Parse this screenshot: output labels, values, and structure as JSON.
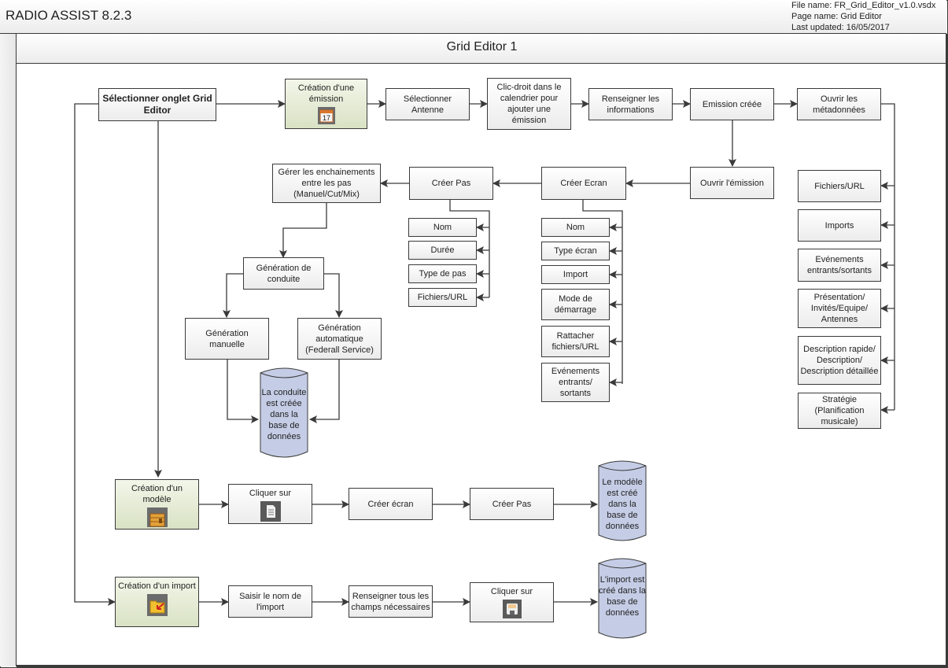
{
  "app": {
    "title": "RADIO ASSIST 8.2.3",
    "file_name": "File name:  FR_Grid_Editor_v1.0.vsdx",
    "page_name": "Page name:  Grid  Editor",
    "last_updated": "Last updated:  16/05/2017"
  },
  "panel": {
    "title": "Grid Editor 1"
  },
  "nodes": {
    "select_tab": "Sélectionner onglet Grid Editor",
    "creation_emission": "Création d'une émission",
    "select_antenne": "Sélectionner Antenne",
    "clic_droit": "Clic-droit dans le calendrier pour ajouter une émission",
    "renseigner_infos": "Renseigner les informations",
    "emission_creee": "Emission créée",
    "ouvrir_metadonnees": "Ouvrir les métadonnées",
    "ouvrir_emission": "Ouvrir l'émission",
    "creer_ecran": "Créer Ecran",
    "creer_pas": "Créer Pas",
    "gerer_enchainements": "Gérer les enchainements entre les pas (Manuel/Cut/Mix)",
    "generation_conduite": "Génération de conduite",
    "generation_manuelle": "Génération manuelle",
    "generation_auto": "Génération automatique (Federall Service)",
    "db_conduite": "La conduite est créée dans la base de données",
    "creation_modele": "Création d'un modèle",
    "cliquer_sur_1": "Cliquer sur",
    "creer_ecran_2": "Créer écran",
    "creer_pas_2": "Créer Pas",
    "db_modele": "Le modèle est créé dans la base de données",
    "creation_import": "Création d'un import",
    "saisir_nom": "Saisir le nom de l'import",
    "renseigner_champs": "Renseigner tous les champs nécessaires",
    "cliquer_sur_2": "Cliquer sur",
    "db_import": "L'import est créé dans la base de données"
  },
  "pas_fields": [
    "Nom",
    "Durée",
    "Type de pas",
    "Fichiers/URL"
  ],
  "ecran_fields": [
    "Nom",
    "Type écran",
    "Import",
    "Mode de démarrage",
    "Rattacher fichiers/URL",
    "Evénements entrants/ sortants"
  ],
  "metadata_fields": [
    "Fichiers/URL",
    "Imports",
    "Evénements entrants/sortants",
    "Présentation/ Invités/Equipe/ Antennes",
    "Description rapide/ Description/ Description détaillée",
    "Stratégie (Planification musicale)"
  ],
  "icons": {
    "calendar": "calendar-17-icon",
    "calendar_day": "17",
    "modele": "boxes-icon",
    "import": "folder-import-icon",
    "document": "document-icon",
    "save": "floppy-save-icon"
  },
  "colors": {
    "line": "#3a3a3a",
    "green_top": "#f3f6ea",
    "green_bottom": "#d9e2c4",
    "db_fill": "#c5cde6"
  }
}
